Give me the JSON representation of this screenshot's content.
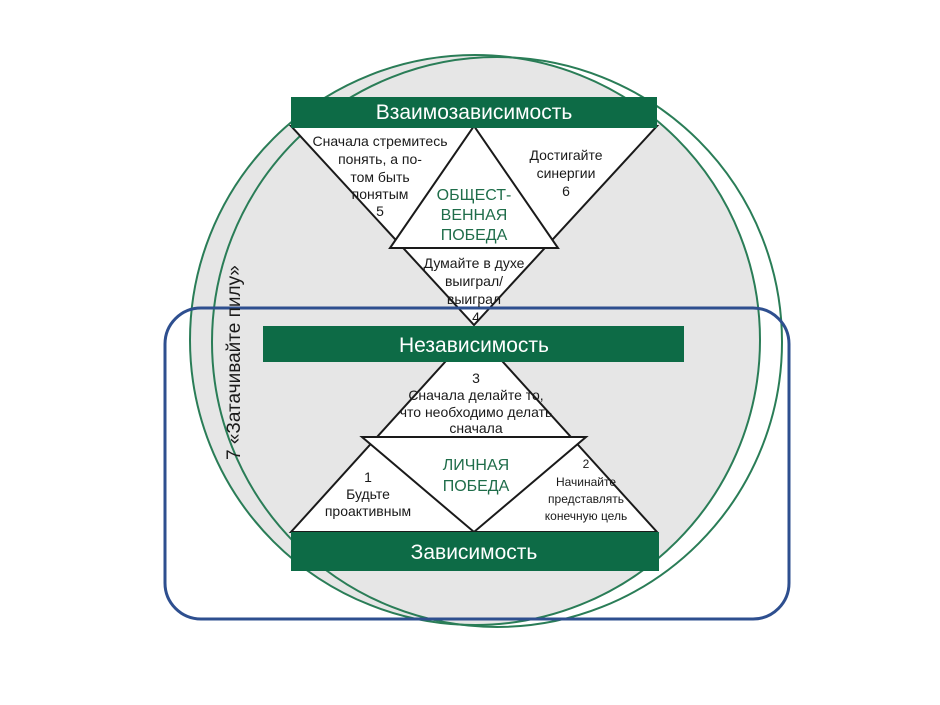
{
  "colors": {
    "dark_green": "#0d6b46",
    "circle_fill": "#e6e6e6",
    "circle_stroke": "#2a7d57",
    "frame_blue": "#2e4f8f",
    "triangle_stroke": "#1a1a1a",
    "victory_text": "#1f6d4a"
  },
  "bars": {
    "top": "Взаимозависимость",
    "middle": "Независимость",
    "bottom": "Зависимость"
  },
  "side_label": "7 «Затачивайте пилу»",
  "public_victory": {
    "l1": "ОБЩЕСТ-",
    "l2": "ВЕННАЯ",
    "l3": "ПОБЕДА"
  },
  "private_victory": {
    "l1": "ЛИЧНАЯ",
    "l2": "ПОБЕДА"
  },
  "habits": {
    "h5": {
      "l1": "Сначала стремитесь",
      "l2": "понять, а по-",
      "l3": "том быть",
      "l4": "понятым",
      "num": "5"
    },
    "h6": {
      "l1": "Достигайте",
      "l2": "синергии",
      "num": "6"
    },
    "h4": {
      "l1": "Думайте в духе",
      "l2": "выиграл/",
      "l3": "выиграл",
      "num": "4"
    },
    "h3": {
      "num": "3",
      "l1": "Сначала делайте то,",
      "l2": "что необходимо делать",
      "l3": "сначала"
    },
    "h1": {
      "num": "1",
      "l1": "Будьте",
      "l2": "проактивным"
    },
    "h2": {
      "num": "2",
      "l1": "Начинайте",
      "l2": "представлять",
      "l3": "конечную цель"
    }
  }
}
